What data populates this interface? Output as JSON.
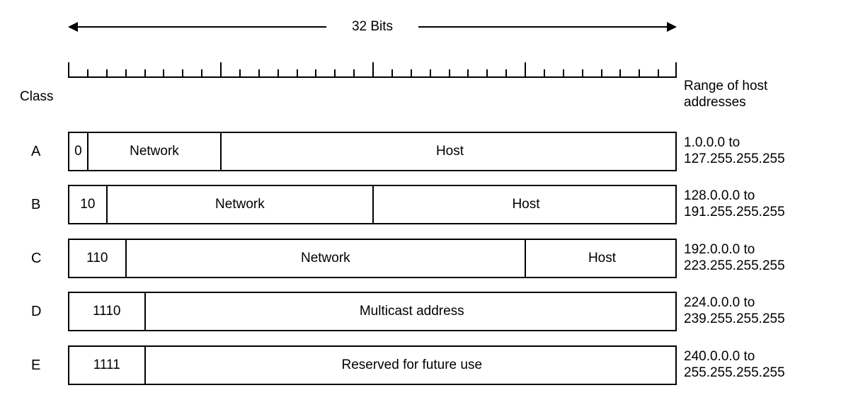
{
  "diagram": {
    "title_arrow_label": "32 Bits",
    "class_column_header": "Class",
    "range_column_header": "Range of host\naddresses",
    "total_bits": 32,
    "ruler": {
      "minor_tick_count": 32,
      "major_tick_bits": [
        0,
        8,
        16,
        24,
        32
      ]
    },
    "rows": [
      {
        "letter": "A",
        "prefix": "0",
        "prefix_bits": 1,
        "cells": [
          {
            "label": "0",
            "bits": 1
          },
          {
            "label": "Network",
            "bits": 7
          },
          {
            "label": "Host",
            "bits": 24
          }
        ],
        "range": "1.0.0.0 to\n127.255.255.255"
      },
      {
        "letter": "B",
        "prefix": "10",
        "prefix_bits": 2,
        "cells": [
          {
            "label": "10",
            "bits": 2
          },
          {
            "label": "Network",
            "bits": 14
          },
          {
            "label": "Host",
            "bits": 16
          }
        ],
        "range": "128.0.0.0 to\n191.255.255.255"
      },
      {
        "letter": "C",
        "prefix": "110",
        "prefix_bits": 3,
        "cells": [
          {
            "label": "110",
            "bits": 3
          },
          {
            "label": "Network",
            "bits": 21
          },
          {
            "label": "Host",
            "bits": 8
          }
        ],
        "range": "192.0.0.0 to\n223.255.255.255"
      },
      {
        "letter": "D",
        "prefix": "1110",
        "prefix_bits": 4,
        "cells": [
          {
            "label": "1110",
            "bits": 4
          },
          {
            "label": "Multicast address",
            "bits": 28
          }
        ],
        "range": "224.0.0.0 to\n239.255.255.255"
      },
      {
        "letter": "E",
        "prefix": "1111",
        "prefix_bits": 4,
        "cells": [
          {
            "label": "1111",
            "bits": 4
          },
          {
            "label": "Reserved for future use",
            "bits": 28
          }
        ],
        "range": "240.0.0.0 to\n255.255.255.255"
      }
    ],
    "colors": {
      "line": "#000000",
      "background": "#ffffff",
      "text": "#000000"
    }
  }
}
